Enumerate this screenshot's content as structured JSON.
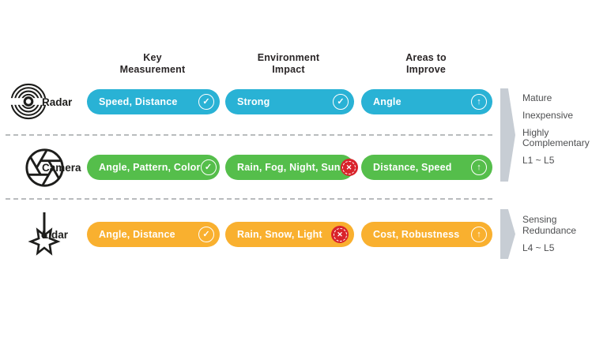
{
  "colors": {
    "radar": "#29B2D5",
    "camera": "#55BE4B",
    "lidar": "#F9B02F",
    "badge_red": "#D9232B",
    "bracket": "#C7CDD4"
  },
  "icons": {
    "check": "✓",
    "cross": "✕",
    "improve": "↑"
  },
  "columns": [
    "Key\nMeasurement",
    "Environment\nImpact",
    "Areas to\nImprove"
  ],
  "rows": [
    {
      "name": "Radar",
      "color": "#29B2D5",
      "cells": [
        {
          "text": "Speed, Distance",
          "status": "check"
        },
        {
          "text": "Strong",
          "status": "check"
        },
        {
          "text": "Angle",
          "status": "improve"
        }
      ]
    },
    {
      "name": "Camera",
      "color": "#55BE4B",
      "cells": [
        {
          "text": "Angle, Pattern, Color",
          "status": "check"
        },
        {
          "text": "Rain, Fog, Night, Sun",
          "status": "cross"
        },
        {
          "text": "Distance, Speed",
          "status": "improve"
        }
      ]
    },
    {
      "name": "Lidar",
      "color": "#F9B02F",
      "cells": [
        {
          "text": "Angle, Distance",
          "status": "check"
        },
        {
          "text": "Rain, Snow, Light",
          "status": "cross"
        },
        {
          "text": "Cost, Robustness",
          "status": "improve"
        }
      ]
    }
  ],
  "annotations": [
    {
      "lines": [
        "Mature",
        "Inexpensive",
        "Highly Complementary",
        "L1 ~ L5"
      ]
    },
    {
      "lines": [
        "Sensing Redundance",
        "L4 ~ L5"
      ]
    }
  ]
}
